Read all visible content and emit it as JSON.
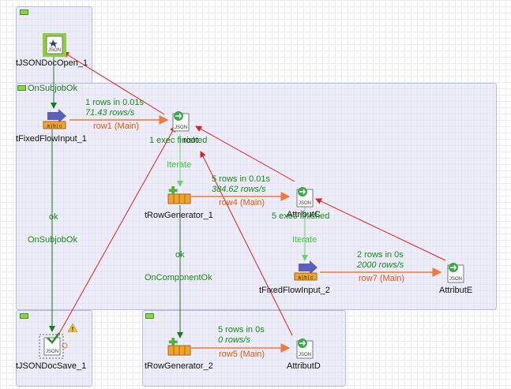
{
  "subjobs": {
    "top_label": "OnSubjobOk"
  },
  "components": {
    "json_doc_open": "tJSONDocOpen_1",
    "fixed_flow_input_1": "tFixedFlowInput_1",
    "root": "root",
    "row_generator_1": "tRowGenerator_1",
    "attribut_c": "AttributC",
    "fixed_flow_input_2": "tFixedFlowInput_2",
    "attribut_e": "AttributE",
    "json_doc_save": "tJSONDocSave_1",
    "row_generator_2": "tRowGenerator_2",
    "attribut_d": "AttributD"
  },
  "links": {
    "row1": {
      "stats": "1 rows in 0.01s",
      "rate": "71.43 rows/s",
      "name": "row1 (Main)"
    },
    "row4": {
      "stats": "5 rows in 0.01s",
      "rate": "384.62 rows/s",
      "name": "row4 (Main)"
    },
    "row7": {
      "stats": "2 rows in 0s",
      "rate": "2000 rows/s",
      "name": "row7 (Main)"
    },
    "row5": {
      "stats": "5 rows in 0s",
      "rate": "0 rows/s",
      "name": "row5 (Main)"
    },
    "iterate_1": "Iterate",
    "iterate_2": "Iterate",
    "exec_1": "1 exec finished",
    "exec_2": "5 exec finished",
    "ok_1": "ok",
    "ok_2": "ok",
    "on_subjob_ok": "OnSubjobOk",
    "on_component_ok": "OnComponentOk"
  },
  "icons": {
    "json": "JSON",
    "grid": "a|b|c"
  },
  "colors": {
    "main_link": "#f07a3c",
    "trigger": "#1a7a1a",
    "iterate": "#6ad36a",
    "lookup": "#e02020",
    "subjob_fill": "#dcdff3"
  }
}
